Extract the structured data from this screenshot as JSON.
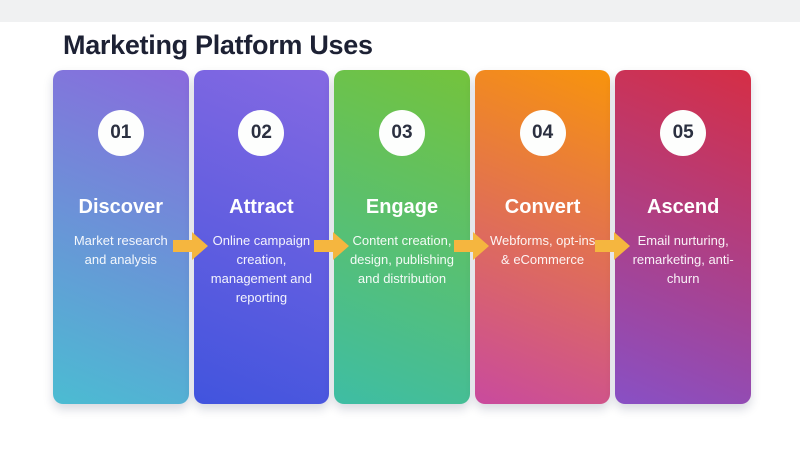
{
  "page": {
    "title": "Marketing Platform Uses"
  },
  "steps": [
    {
      "number": "01",
      "title": "Discover",
      "description": "Market research and analysis",
      "gradient_from": "#8a6add",
      "gradient_to": "#4bbcd2"
    },
    {
      "number": "02",
      "title": "Attract",
      "description": "Online campaign creation, management and reporting",
      "gradient_from": "#8569e2",
      "gradient_to": "#4154de"
    },
    {
      "number": "03",
      "title": "Engage",
      "description": "Content creation, design, publishing and distribution",
      "gradient_from": "#74c33c",
      "gradient_to": "#3ebda4"
    },
    {
      "number": "04",
      "title": "Convert",
      "description": "Webforms, opt-ins & eCommerce",
      "gradient_from": "#f8940c",
      "gradient_to": "#c94a9e"
    },
    {
      "number": "05",
      "title": "Ascend",
      "description": "Email nurturing, remarketing, anti-churn",
      "gradient_from": "#d52e45",
      "gradient_to": "#8850c5"
    }
  ],
  "arrow": {
    "color": "#f5b63f"
  },
  "colors": {
    "title_text": "#1d2134",
    "top_strip": "#f0f1f2",
    "card_number_text": "#2b3040",
    "gradient_angle_deg": 202
  }
}
